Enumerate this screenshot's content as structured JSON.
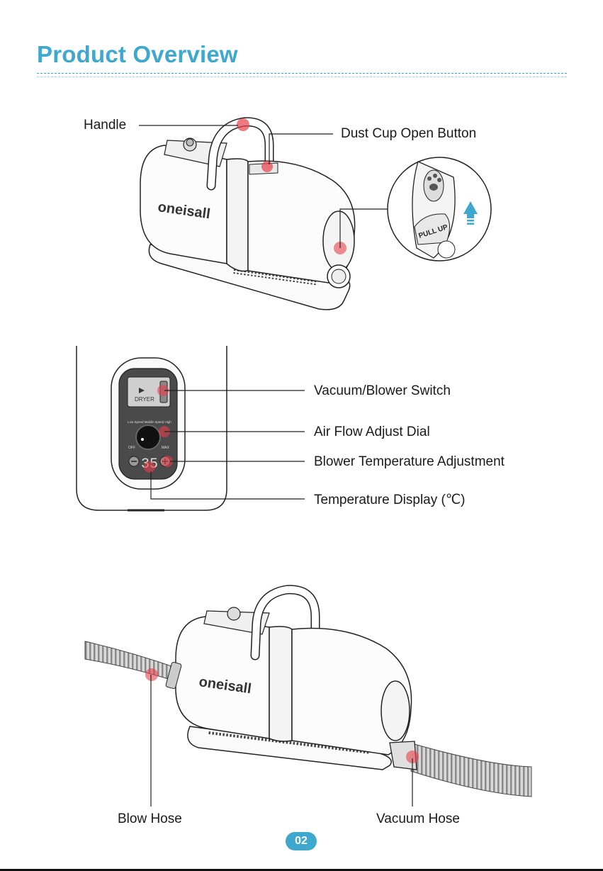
{
  "page": {
    "title": "Product Overview",
    "page_number": "02"
  },
  "brand": {
    "logo_text": "oneisall"
  },
  "figure1": {
    "handle_label": "Handle",
    "dust_cup_label": "Dust Cup Open Button",
    "pull_text": "PULL UP"
  },
  "figure2": {
    "switch_label": "Vacuum/Blower Switch",
    "dial_label": "Air Flow Adjust Dial",
    "temp_adjust_label": "Blower Temperature Adjustment",
    "temp_display_label": "Temperature Display (℃)",
    "dryer_text": "DRYER",
    "display_value": "35",
    "off_text": "OFF",
    "max_text": "MAX",
    "dial_arc_text": "Low Speed  Middle Speed  High"
  },
  "figure3": {
    "blow_hose_label": "Blow Hose",
    "vacuum_hose_label": "Vacuum Hose"
  },
  "colors": {
    "accent": "#3ea8cf",
    "marker": "#e8404a",
    "line": "#1a1a1a"
  }
}
